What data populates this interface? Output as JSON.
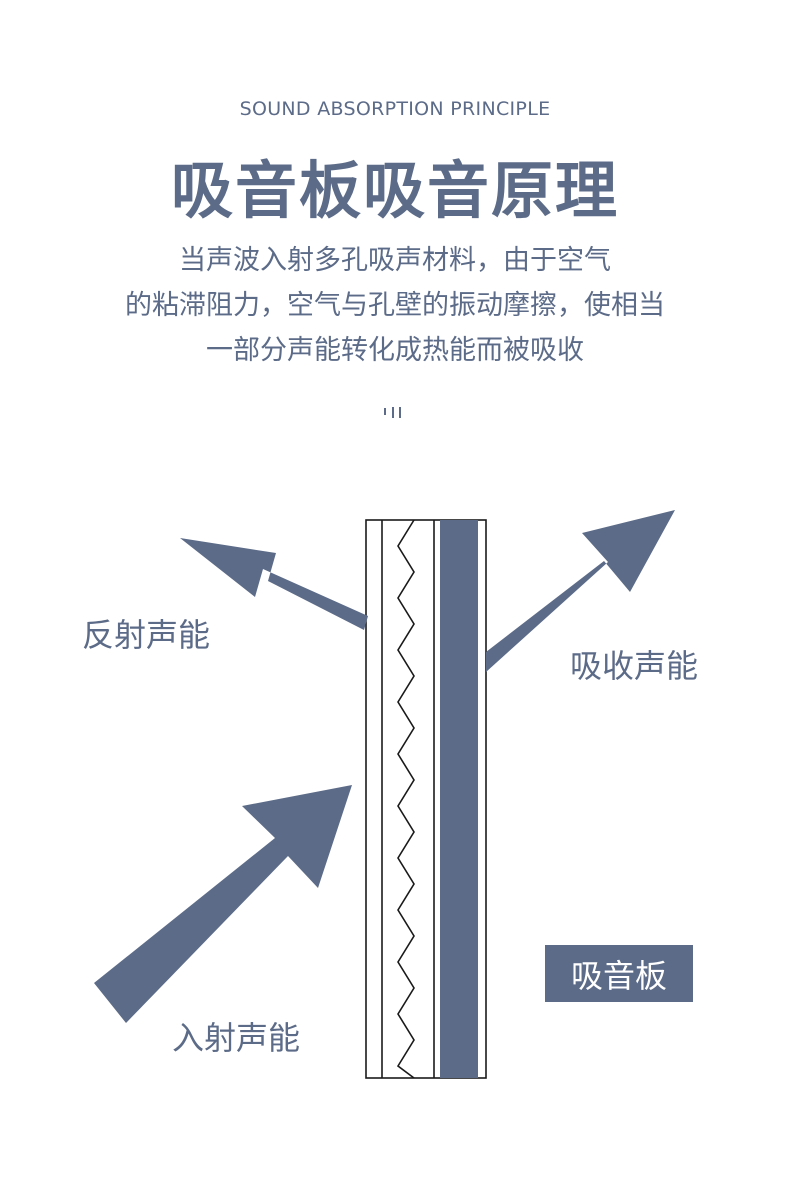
{
  "header": {
    "subtitle": "SOUND ABSORPTION PRINCIPLE",
    "title": "吸音板吸音原理",
    "description": [
      "当声波入射多孔吸声材料，由于空气",
      "的粘滞阻力，空气与孔壁的振动摩擦，使相当",
      "一部分声能转化成热能而被吸收"
    ]
  },
  "diagram": {
    "labels": {
      "reflected": "反射声能",
      "absorbed": "吸收声能",
      "incident": "入射声能",
      "panel": "吸音板"
    },
    "colors": {
      "accent": "#5c6b88",
      "outline": "#1a1a1a"
    }
  }
}
